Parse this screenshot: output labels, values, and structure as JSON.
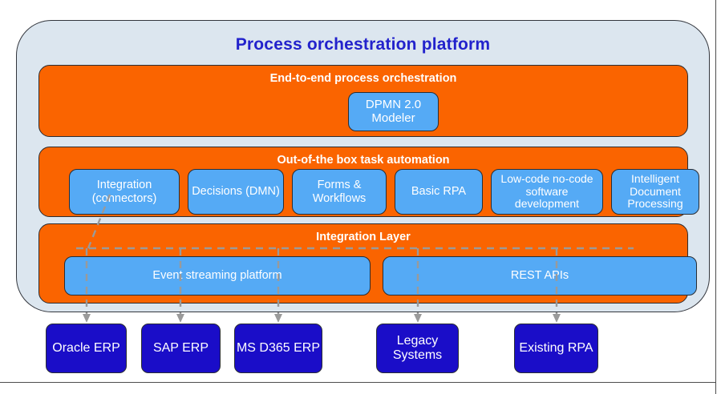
{
  "diagram": {
    "title": "Process orchestration platform",
    "title_color": "#2222CC",
    "panel_color": "#DCE6EF",
    "band_color": "#FA6400",
    "tile_color": "#55AAF5",
    "system_color": "#1A0DC8"
  },
  "layers": {
    "orchestration": {
      "title": "End-to-end process orchestration",
      "tiles": [
        {
          "label": "DPMN 2.0 Modeler"
        }
      ]
    },
    "task_automation": {
      "title": "Out-of-the box task automation",
      "tiles": [
        {
          "label": "Integration (connectors)"
        },
        {
          "label": "Decisions (DMN)"
        },
        {
          "label": "Forms & Workflows"
        },
        {
          "label": "Basic RPA"
        },
        {
          "label": "Low-code no-code software development"
        },
        {
          "label": "Intelligent Document Processing"
        }
      ]
    },
    "integration": {
      "title": "Integration Layer",
      "tiles": [
        {
          "label": "Event streaming platform"
        },
        {
          "label": "REST APIs"
        }
      ]
    }
  },
  "systems": [
    {
      "label": "Oracle ERP"
    },
    {
      "label": "SAP ERP"
    },
    {
      "label": "MS D365 ERP"
    },
    {
      "label": "Legacy Systems"
    },
    {
      "label": "Existing RPA"
    }
  ]
}
